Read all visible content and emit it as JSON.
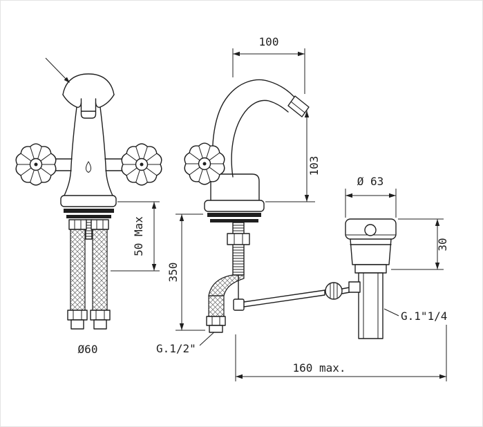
{
  "colors": {
    "line": "#1f1f1f",
    "background": "#ffffff"
  },
  "labels": {
    "spout_reach": "100",
    "spout_height": "103",
    "deck_thickness_max": "50 Max",
    "hose_length": "350",
    "base_diameter": "Ø60",
    "inlet_thread": "G.1/2\"",
    "drain_diameter": "Ø 63",
    "drain_cap_height": "30",
    "drain_thread": "G.1\"1/4",
    "installation_depth_max": "160 max."
  }
}
